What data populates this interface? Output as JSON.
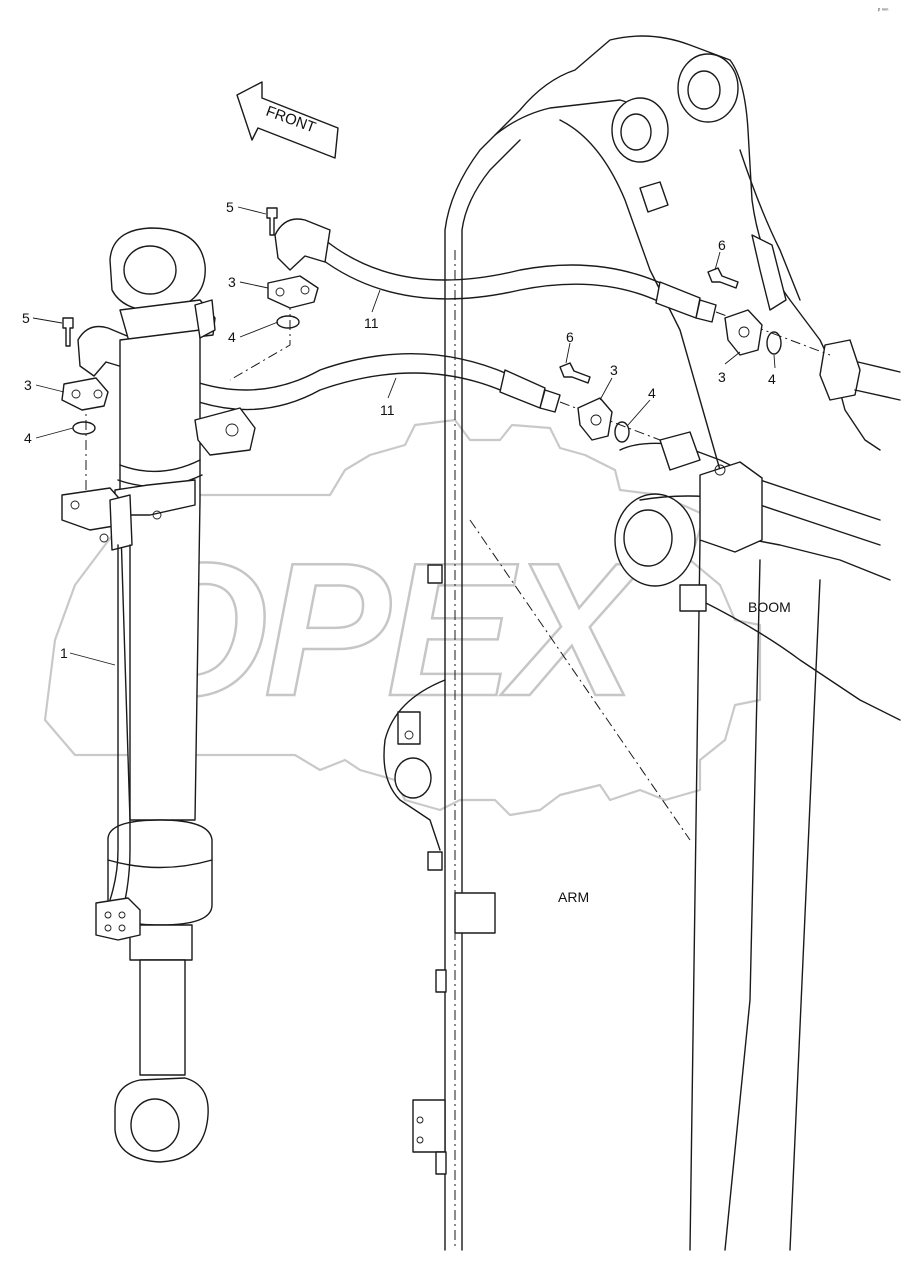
{
  "watermark": {
    "text": "OPEX"
  },
  "direction": {
    "label": "FRONT"
  },
  "regions": {
    "boom": "BOOM",
    "arm": "ARM"
  },
  "corner_mark": "ᵖ ⁿⁿⁿ",
  "callouts": {
    "c1": "1",
    "c3a": "3",
    "c3b": "3",
    "c3c": "3",
    "c3d": "3",
    "c4a": "4",
    "c4b": "4",
    "c4c": "4",
    "c4d": "4",
    "c5a": "5",
    "c5b": "5",
    "c6a": "6",
    "c6b": "6",
    "c11a": "11",
    "c11b": "11"
  }
}
